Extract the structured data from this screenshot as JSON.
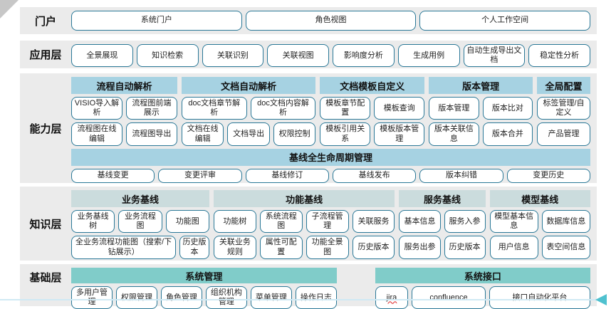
{
  "colors": {
    "row_background": "#ebebeb",
    "box_border": "#2a7897",
    "capability_header": "#a6d2e2",
    "knowledge_header": "#cbdcdd",
    "foundation_header": "#80ccc9",
    "bottom_line": "#cfe9f4",
    "bottom_arrow": "#4fc1cf",
    "misspelling_underline": "#e03a3a"
  },
  "decorations": {
    "misspelled": [
      "jira"
    ]
  },
  "layers": [
    {
      "label": "门户",
      "rows": [
        [
          "系统门户",
          "角色视图",
          "个人工作空间"
        ]
      ]
    },
    {
      "label": "应用层",
      "rows": [
        [
          "全景展现",
          "知识检索",
          "关联识别",
          "关联视图",
          "影响度分析",
          "生成用例",
          "自动生成导出文档",
          "稳定性分析"
        ]
      ]
    },
    {
      "label": "能力层",
      "groups": [
        {
          "header": "流程自动解析",
          "rows": [
            [
              "VISIO导入解析",
              "流程图前端展示"
            ],
            [
              "流程图在线编辑",
              "流程图导出"
            ]
          ]
        },
        {
          "header": "文档自动解析",
          "rows": [
            [
              "doc文档章节解析",
              "doc文档内容解析"
            ],
            [
              "文档在线编辑",
              "文档导出",
              "权限控制"
            ]
          ]
        },
        {
          "header": "文档模板自定义",
          "rows": [
            [
              "模板章节配置",
              "模板查询"
            ],
            [
              "模板引用关系",
              "模板版本管理"
            ]
          ]
        },
        {
          "header": "版本管理",
          "rows": [
            [
              "版本管理",
              "版本比对"
            ],
            [
              "版本关联信息",
              "版本合并"
            ]
          ]
        },
        {
          "header": "全局配置",
          "rows": [
            [
              "标签管理/自定义"
            ],
            [
              "产品管理"
            ]
          ]
        }
      ],
      "span_group": {
        "header": "基线全生命周期管理",
        "rows": [
          [
            "基线变更",
            "变更评审",
            "基线修订",
            "基线发布",
            "版本纠错",
            "变更历史"
          ]
        ]
      }
    },
    {
      "label": "知识层",
      "groups": [
        {
          "header": "业务基线",
          "rows": [
            [
              "业务基线树",
              "业务流程图",
              "功能图"
            ],
            [
              "全业务流程功能图（搜索/下钻展示）",
              "历史版本"
            ]
          ]
        },
        {
          "header": "功能基线",
          "rows": [
            [
              "功能树",
              "系统流程图",
              "子流程管理",
              "关联服务"
            ],
            [
              "关联业务规则",
              "属性可配置",
              "功能全景图",
              "历史版本"
            ]
          ]
        },
        {
          "header": "服务基线",
          "rows": [
            [
              "基本信息",
              "服务入参"
            ],
            [
              "服务出参",
              "历史版本"
            ]
          ]
        },
        {
          "header": "模型基线",
          "rows": [
            [
              "模型基本信息",
              "数据库信息"
            ],
            [
              "用户信息",
              "表空间信息"
            ]
          ]
        }
      ]
    },
    {
      "label": "基础层",
      "groups": [
        {
          "header": "系统管理",
          "rows": [
            [
              "多用户管理",
              "权限管理",
              "角色管理",
              "组织机构管理",
              "菜单管理",
              "操作日志"
            ]
          ]
        },
        {
          "header": "系统接口",
          "rows": [
            [
              "jira",
              "confluence",
              "接口自动化平台"
            ]
          ]
        }
      ]
    }
  ]
}
